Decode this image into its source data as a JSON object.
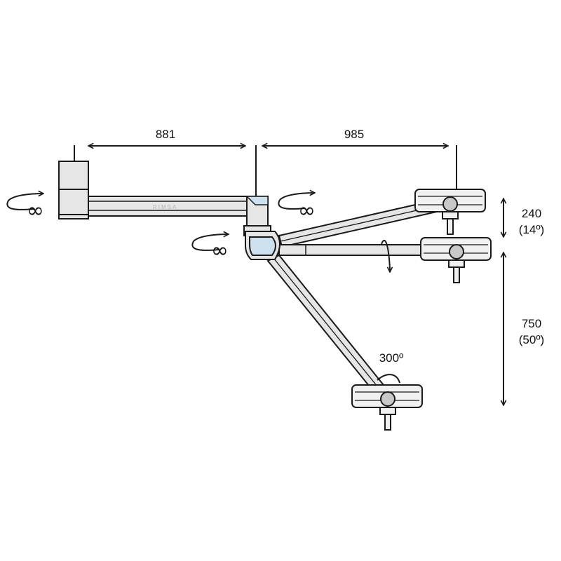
{
  "dimensions": {
    "width_left": "881",
    "width_right": "985",
    "height_upper": "240",
    "height_upper_angle": "(14º)",
    "height_lower": "750",
    "height_lower_angle": "(50º)",
    "rotation_range": "300º"
  },
  "rotation_symbols": [
    "∞",
    "∞",
    "∞"
  ],
  "branding": "RIMSA",
  "colors": {
    "line": "#1a1a1a",
    "arm_fill": "#e6e6e6",
    "joint_highlight": "#cde0ee",
    "lamp_fill": "#f0f0f0"
  }
}
